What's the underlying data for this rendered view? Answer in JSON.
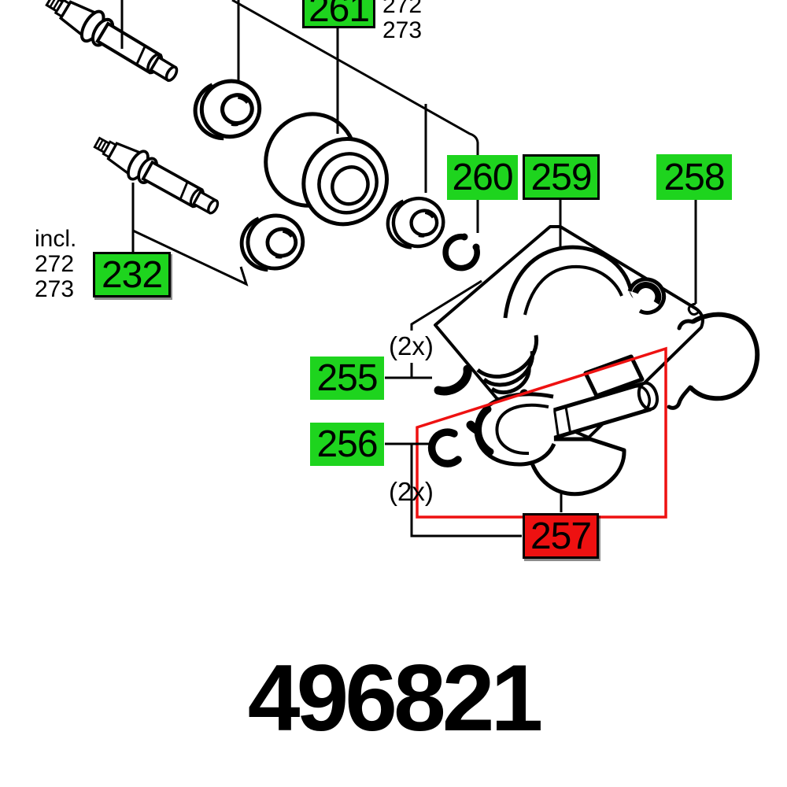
{
  "product_code": "496821",
  "colors": {
    "highlight_green": "#1ed41e",
    "selected_red": "#ee1111",
    "line_black": "#000000"
  },
  "labels": {
    "l261": "261",
    "l260": "260",
    "l259": "259",
    "l258": "258",
    "l232": "232",
    "l255": "255",
    "l256": "256",
    "l257": "257"
  },
  "notes": {
    "incl_left": [
      "incl.",
      "272",
      "273"
    ],
    "incl_top": [
      "272",
      "273"
    ],
    "qty_upper": "(2x)",
    "qty_lower": "(2x)"
  }
}
